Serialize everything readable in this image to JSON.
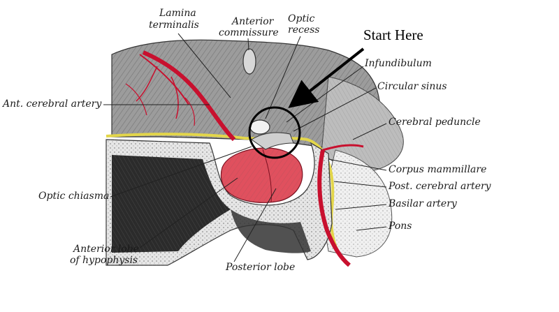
{
  "colors": {
    "artery": "#c8102e",
    "hypophysis": "#e0505e",
    "yellow_band": "#e3d64a",
    "bone": "#e6e6e6",
    "tissue_dark": "#2b2b2b",
    "tissue_mid": "#8a8a8a",
    "marker": "#000000"
  },
  "labels": {
    "lamina_terminalis_1": "Lamina",
    "lamina_terminalis_2": "terminalis",
    "anterior_commissure_1": "Anterior",
    "anterior_commissure_2": "commissure",
    "optic_recess_1": "Optic",
    "optic_recess_2": "recess",
    "infundibulum": "Infundibulum",
    "circular_sinus": "Circular sinus",
    "cerebral_peduncle": "Cerebral peduncle",
    "ant_cerebral_artery": "Ant. cerebral artery",
    "corpus_mammillare": "Corpus mammillare",
    "post_cerebral_artery": "Post. cerebral artery",
    "basilar_artery": "Basilar artery",
    "pons": "Pons",
    "optic_chiasma": "Optic chiasma",
    "anterior_lobe_1": "Anterior lobe",
    "anterior_lobe_2": "of hypophysis",
    "posterior_lobe": "Posterior lobe"
  },
  "annotation": {
    "callout_text": "Start Here"
  }
}
